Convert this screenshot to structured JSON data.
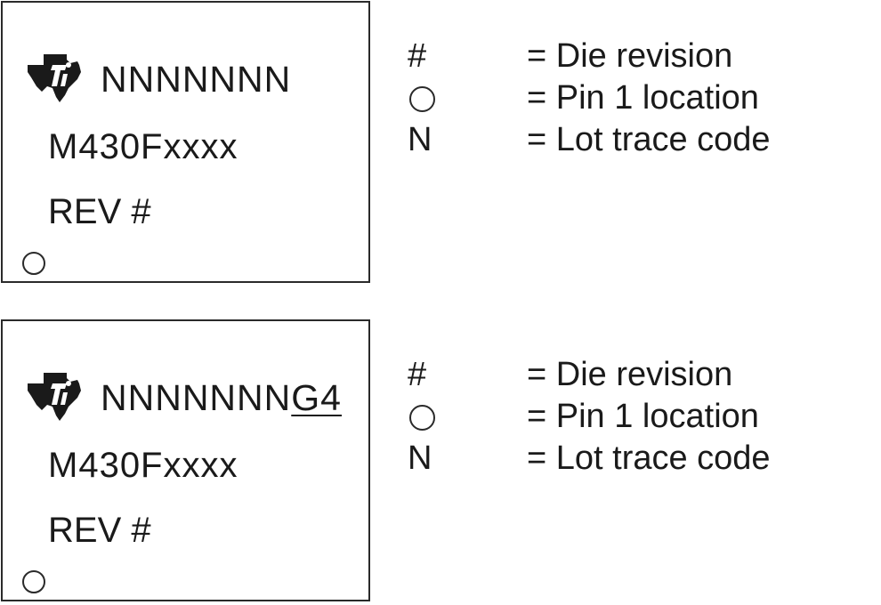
{
  "markings": [
    {
      "lot_code": "NNNNNNN",
      "lot_suffix": "",
      "part_number": "M430Fxxxx",
      "revision": "REV #"
    },
    {
      "lot_code": "NNNNNNN",
      "lot_suffix": "G4",
      "part_number": "M430Fxxxx",
      "revision": "REV #"
    }
  ],
  "legends": [
    [
      {
        "symbol": "#",
        "symbol_type": "text",
        "description": "= Die revision"
      },
      {
        "symbol": "",
        "symbol_type": "circle-icon",
        "description": "= Pin 1 location"
      },
      {
        "symbol": "N",
        "symbol_type": "text",
        "description": "= Lot trace code"
      }
    ],
    [
      {
        "symbol": "#",
        "symbol_type": "text",
        "description": "= Die revision"
      },
      {
        "symbol": "",
        "symbol_type": "circle-icon",
        "description": "= Pin 1 location"
      },
      {
        "symbol": "N",
        "symbol_type": "text",
        "description": "= Lot trace code"
      }
    ]
  ],
  "logo": {
    "icon": "ti-logo-icon",
    "color": "#1a1a1a"
  }
}
